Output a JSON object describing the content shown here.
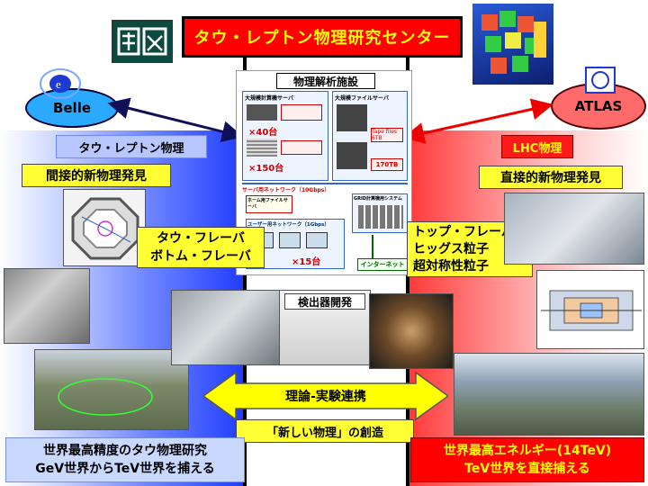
{
  "title": "タウ・レプトン物理研究センター",
  "facility": {
    "label": "物理解析施設",
    "left_server": "大規模計算機サーバ",
    "right_server": "大規模ファイルサーバ",
    "count_40": "×40台",
    "count_150": "×150台",
    "count_15": "×15台",
    "home_server": "ホーム用ファイルサーバ",
    "network": "サーバ用ネットワーク（10Gbps）",
    "user_network": "ユーザー用ネットワーク（1Gbps）",
    "internet": "インターネット",
    "system": "GRID計算機用システム",
    "file_label": "Tape files 6TB",
    "tb_label": "170TB"
  },
  "belle": {
    "label": "Belle"
  },
  "atlas": {
    "label": "ATLAS"
  },
  "left": {
    "section": "タウ・レプトン物理",
    "indirect": "間接的新物理発見",
    "flavor_1": "タウ・フレーバ",
    "flavor_2": "ボトム・フレーバ",
    "bottom_1": "世界最高精度のタウ物理研究",
    "bottom_2": "GeV世界からTeV世界を捕える"
  },
  "right": {
    "section": "LHC物理",
    "direct": "直接的新物理発見",
    "topics_1": "トップ・フレーバ",
    "topics_2": "ヒッグス粒子",
    "topics_3": "超対称性粒子",
    "bottom_1": "世界最高エネルギー(14TeV)",
    "bottom_2": "TeV世界を直接捕える"
  },
  "center": {
    "detector": "検出器開発",
    "collab": "理論-実験連携",
    "new_physics": "「新しい物理」の創造"
  },
  "colors": {
    "title_bg": "#ff0000",
    "title_text": "#ffff00",
    "belle": "#2aa9ff",
    "atlas": "#ff6a6a",
    "highlight": "#ffff33"
  }
}
